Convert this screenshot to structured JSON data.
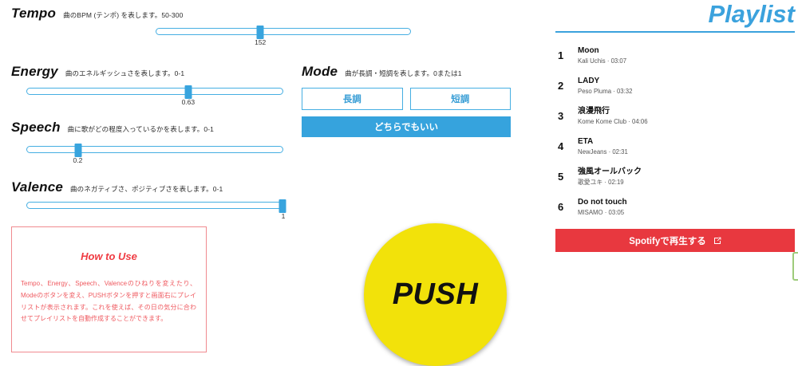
{
  "colors": {
    "accent_blue": "#38a4de",
    "title_blue": "#3ba2dd",
    "red": "#e8383f",
    "howto_red": "#ef3b42",
    "push_yellow": "#f2e20a",
    "edge_green": "#9ecb7b"
  },
  "params": {
    "tempo": {
      "title": "Tempo",
      "desc": "曲のBPM (テンポ) を表します。50-300",
      "value": "152",
      "min": 50,
      "max": 300,
      "percent": 41
    },
    "energy": {
      "title": "Energy",
      "desc": "曲のエネルギッシュさを表します。0-1",
      "value": "0.63",
      "min": 0,
      "max": 1,
      "percent": 63
    },
    "speech": {
      "title": "Speech",
      "desc": "曲に歌がどの程度入っているかを表します。0-1",
      "value": "0.2",
      "min": 0,
      "max": 1,
      "percent": 20
    },
    "valence": {
      "title": "Valence",
      "desc": "曲のネガティブさ、ポジティブさを表します。0-1",
      "value": "1",
      "min": 0,
      "max": 1,
      "percent": 100
    }
  },
  "mode": {
    "title": "Mode",
    "desc": "曲が長調・短調を表します。0または1",
    "major_label": "長調",
    "minor_label": "短調",
    "any_label": "どちらでもいい"
  },
  "howto": {
    "title": "How to Use",
    "body": "Tempo、Energy、Speech、Valenceのひねりを変えたり、Modeのボタンを変え、PUSHボタンを押すと画面右にプレイリストが表示されます。これを使えば、その日の気分に合わせてプレイリストを自動作成することができます。"
  },
  "push": {
    "label": "PUSH"
  },
  "playlist": {
    "title": "Playlist",
    "tracks": [
      {
        "num": "1",
        "name": "Moon",
        "sub": "Kali Uchis · 03:07"
      },
      {
        "num": "2",
        "name": "LADY",
        "sub": "Peso Pluma · 03:32"
      },
      {
        "num": "3",
        "name": "浪漫飛行",
        "sub": "Kome Kome Club · 04:06"
      },
      {
        "num": "4",
        "name": "ETA",
        "sub": "NewJeans · 02:31"
      },
      {
        "num": "5",
        "name": "強風オールバック",
        "sub": "歌愛ユキ · 02:19"
      },
      {
        "num": "6",
        "name": "Do not touch",
        "sub": "MISAMO · 03:05"
      }
    ],
    "spotify_label": "Spotifyで再生する"
  }
}
